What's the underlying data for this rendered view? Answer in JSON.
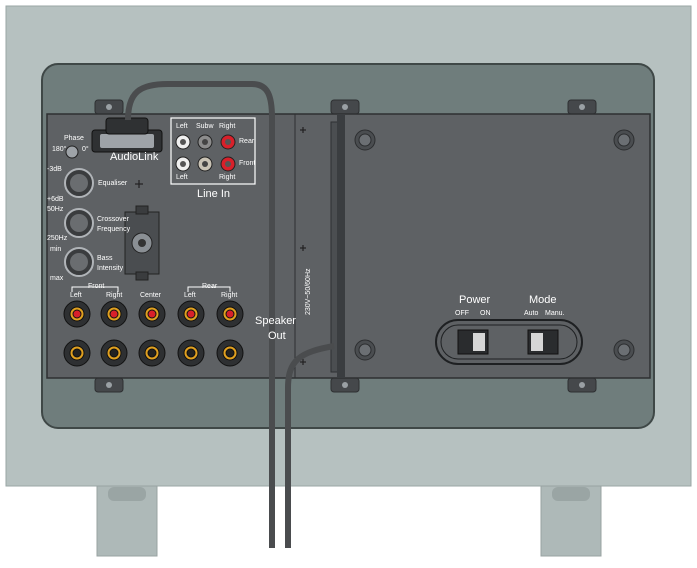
{
  "colors": {
    "enclosure": "#b5c0bf",
    "recess": "#6e7c7b",
    "panel": "#5d6063",
    "cable": "#4a4c4e",
    "jack_red": "#d8202a",
    "jack_white": "#efefef",
    "jack_gray": "#8c8c8c",
    "binding_post_ring": "#e0a020"
  },
  "audiolink": {
    "label": "AudioLink"
  },
  "phase": {
    "label": "Phase",
    "opt_180": "180°",
    "opt_0": "0°"
  },
  "equaliser": {
    "label": "Equaliser",
    "min": "-3dB",
    "max": "+6dB"
  },
  "crossover": {
    "label_line1": "Crossover",
    "label_line2": "Frequency",
    "min": "50Hz",
    "max": "250Hz"
  },
  "bass": {
    "label_line1": "Bass",
    "label_line2": "Intensity",
    "min": "min",
    "max": "max"
  },
  "line_in": {
    "title": "Line In",
    "top_left": "Left",
    "top_subw": "Subw",
    "top_right": "Right",
    "rear": "Rear",
    "front": "Front",
    "bottom_left": "Left",
    "bottom_right": "Right"
  },
  "speaker_out": {
    "label_line1": "Speaker",
    "label_line2": "Out",
    "front_group": "Front",
    "rear_group": "Rear",
    "columns": [
      "Left",
      "Right",
      "Center",
      "Left",
      "Right"
    ]
  },
  "mains": {
    "label": "230V~50/60Hz"
  },
  "power": {
    "label": "Power",
    "off": "OFF",
    "on": "ON"
  },
  "mode": {
    "label": "Mode",
    "auto": "Auto",
    "manual": "Manu."
  }
}
